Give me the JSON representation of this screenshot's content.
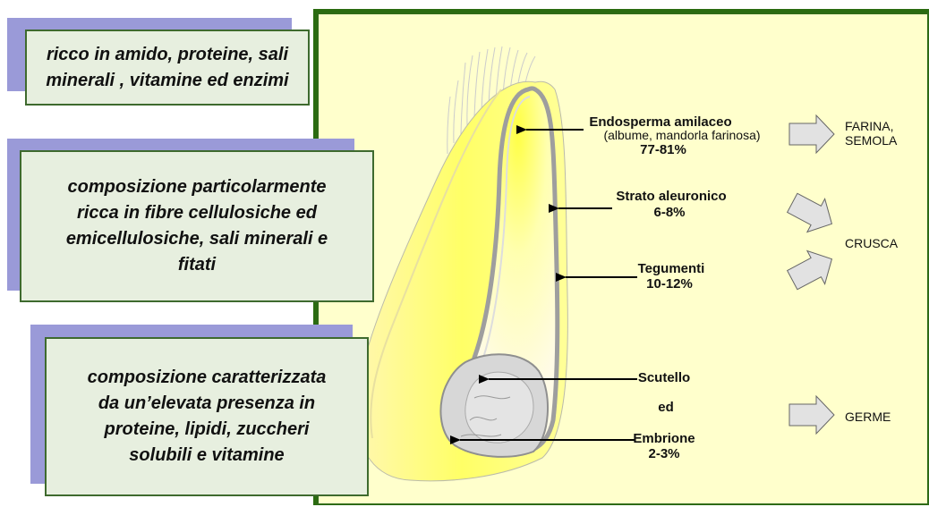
{
  "callouts": [
    {
      "text": "ricco in amido, proteine, sali\nminerali , vitamine ed enzimi"
    },
    {
      "text": "composizione particolarmente\nricca in fibre cellulosiche ed\nemicellulosiche, sali minerali e\nfitati"
    },
    {
      "text": "composizione caratterizzata\nda un’elevata presenza in\nproteine, lipidi, zuccheri\nsolubili e vitamine"
    }
  ],
  "parts": {
    "endosperma": {
      "name": "Endosperma amilaceo",
      "detail": "(albume, mandorla farinosa)",
      "percent": "77-81%"
    },
    "aleuronico": {
      "name": "Strato aleuronico",
      "percent": "6-8%"
    },
    "tegumenti": {
      "name": "Tegumenti",
      "percent": "10-12%"
    },
    "scutello": {
      "name": "Scutello",
      "conj": "ed"
    },
    "embrione": {
      "name": "Embrione",
      "percent": "2-3%"
    }
  },
  "products": {
    "farina_line1": "FARINA,",
    "farina_line2": "SEMOLA",
    "crusca": "CRUSCA",
    "germe": "GERME"
  },
  "colors": {
    "panel": "#ffffcc",
    "callout_fill": "#e7efdf",
    "callout_shadow": "#9a9ad8",
    "border": "#2e6a16"
  }
}
